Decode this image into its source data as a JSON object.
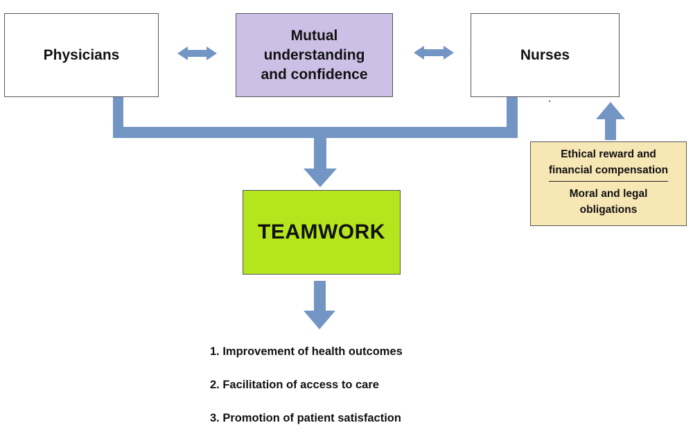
{
  "nodes": {
    "physicians": "Physicians",
    "mutual": [
      "Mutual",
      "understanding",
      "and confidence"
    ],
    "nurses": "Nurses",
    "teamwork": "TEAMWORK",
    "factors": {
      "top": [
        "Ethical reward and",
        "financial compensation"
      ],
      "bottom": [
        "Moral and legal",
        "obligations"
      ]
    }
  },
  "outcomes": [
    "1. Improvement of health outcomes",
    "2. Facilitation of access to care",
    "3. Promotion of patient satisfaction"
  ],
  "colors": {
    "arrow": "#7395c4",
    "mutual_fill": "#ccc0e6",
    "teamwork_fill": "#b5e61d",
    "factors_fill": "#f6e7b5"
  }
}
